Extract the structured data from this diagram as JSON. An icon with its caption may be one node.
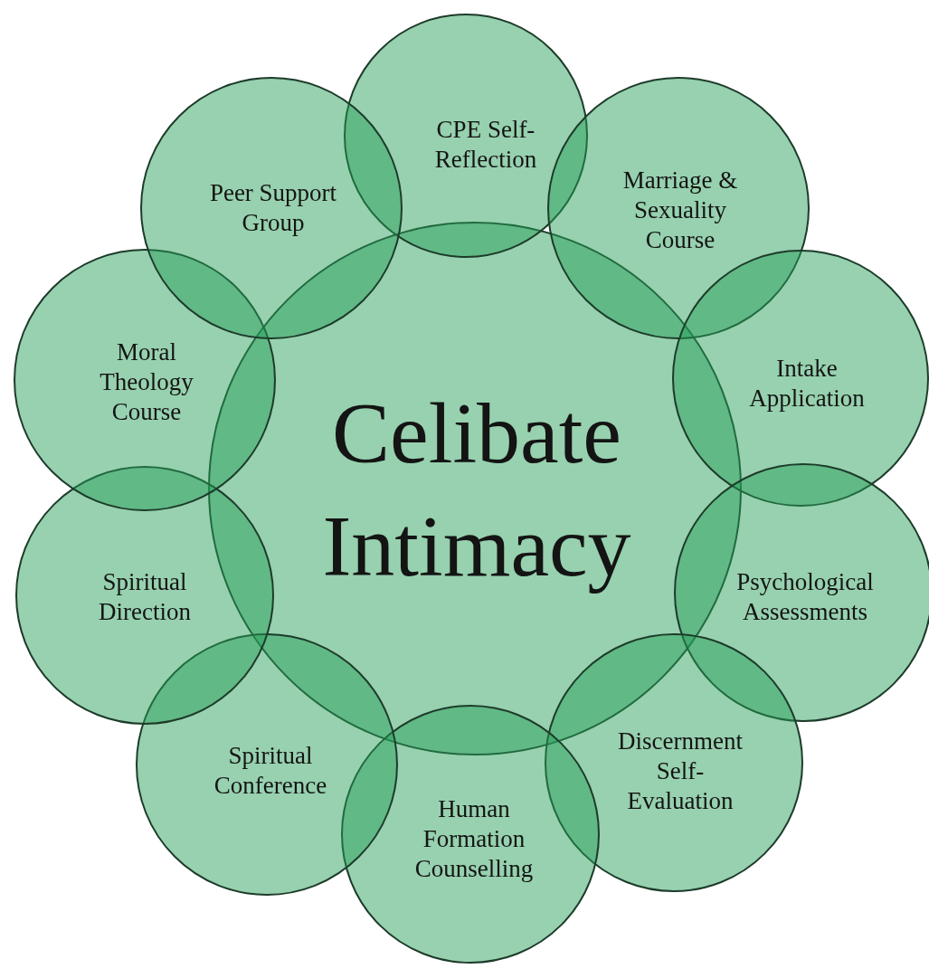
{
  "diagram": {
    "nodes": [
      {
        "text": [
          "Celibate Intimacy"
        ]
      },
      {
        "text": [
          "CPE Self-Reflection"
        ]
      },
      {
        "text": [
          "Marriage & Sexuality Course"
        ]
      },
      {
        "text": [
          "Intake Application"
        ]
      },
      {
        "text": [
          "Psychological Assessments"
        ]
      },
      {
        "text": [
          "Discernment Self-Evaluation"
        ]
      },
      {
        "text": [
          "Human Formation Counselling"
        ]
      },
      {
        "text": [
          "Spiritual Conference"
        ]
      },
      {
        "text": [
          "Spiritual Direction"
        ]
      },
      {
        "text": [
          "Moral Theology Course"
        ]
      },
      {
        "text": [
          "Peer Support Group"
        ]
      }
    ]
  }
}
